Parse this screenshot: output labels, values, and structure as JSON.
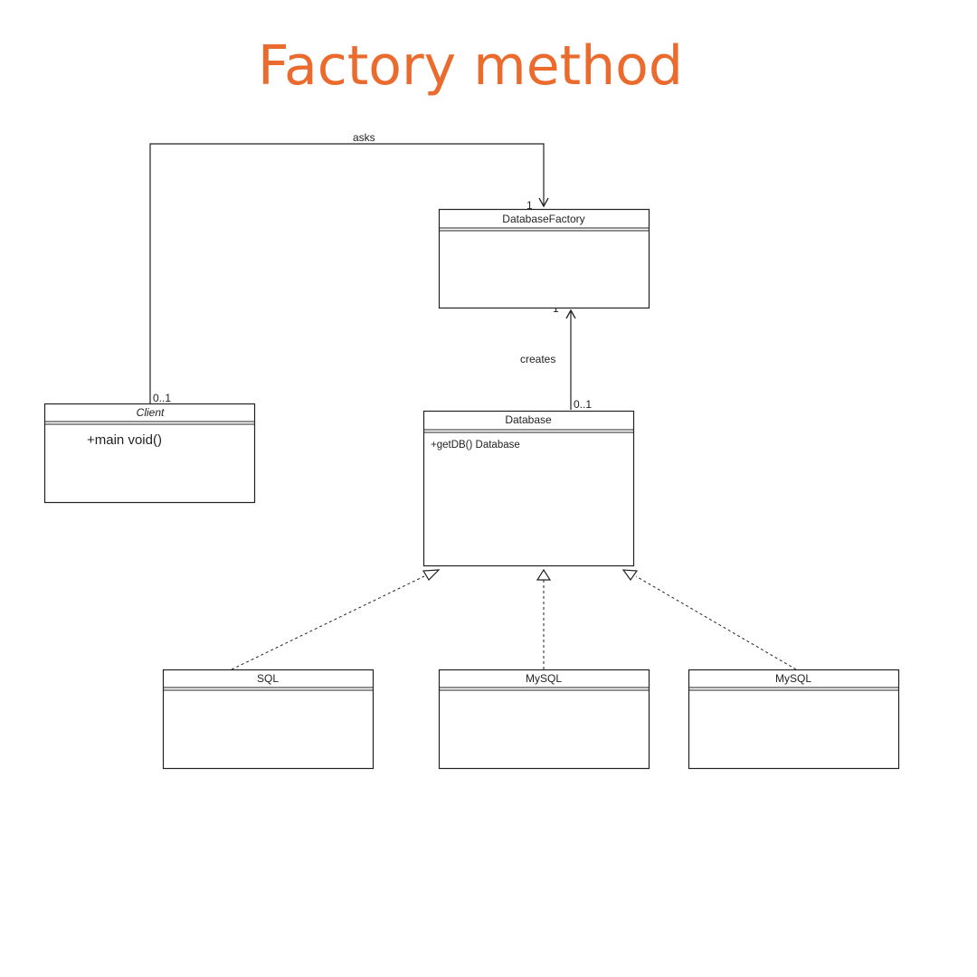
{
  "title": "Factory method",
  "classes": {
    "database_factory": {
      "name": "DatabaseFactory"
    },
    "client": {
      "name": "Client",
      "method": "+main void()"
    },
    "database": {
      "name": "Database",
      "method": "+getDB() Database"
    },
    "sql": {
      "name": "SQL"
    },
    "mysql_1": {
      "name": "MySQL"
    },
    "mysql_2": {
      "name": "MySQL"
    }
  },
  "associations": {
    "asks": {
      "label": "asks",
      "source_mult": "0..1",
      "target_mult": "1"
    },
    "creates": {
      "label": "creates",
      "source_mult": "0..1",
      "target_mult": "1"
    }
  },
  "colors": {
    "title": "#ea6b2d",
    "line": "#222222"
  }
}
